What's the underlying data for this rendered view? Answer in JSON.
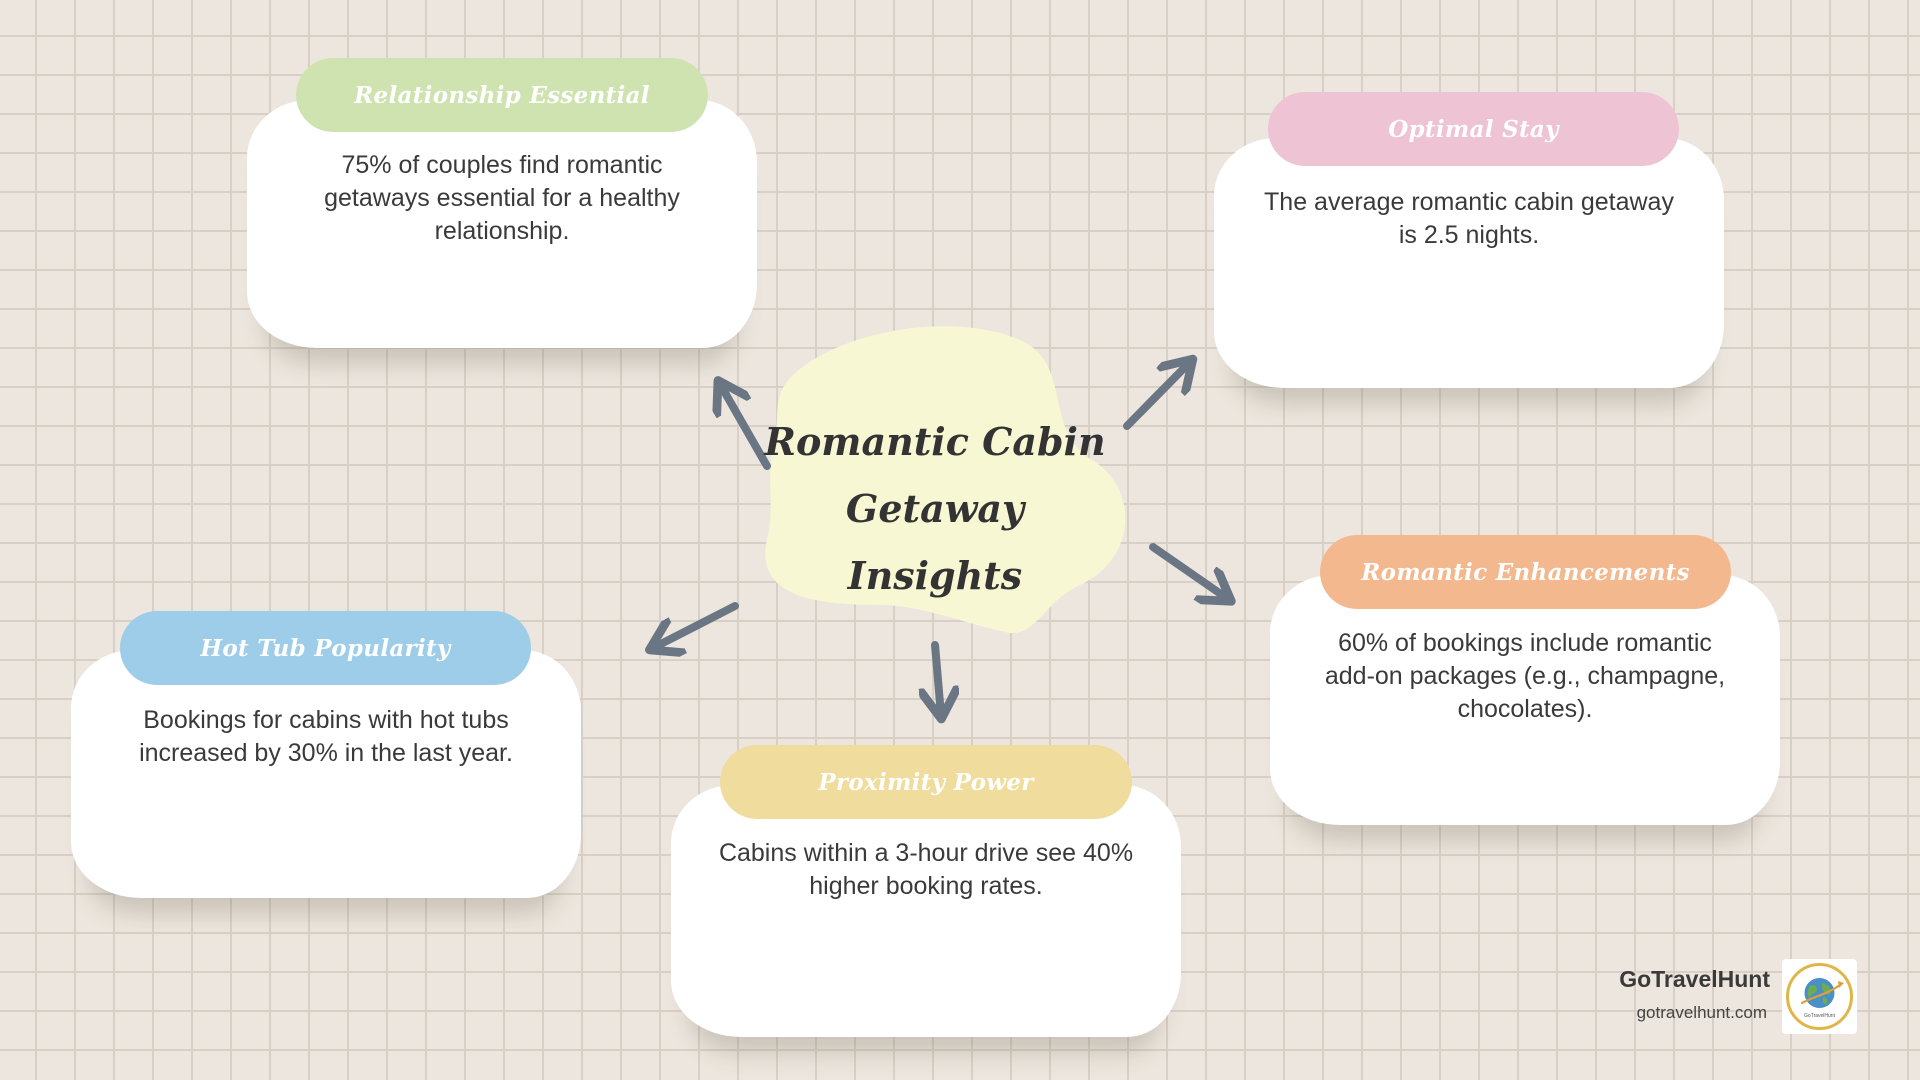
{
  "center": {
    "title_line1": "Romantic Cabin",
    "title_line2": "Getaway Insights",
    "color": "#f8f7d4"
  },
  "cards": {
    "relationship": {
      "title": "Relationship Essential",
      "text": "75% of couples find romantic getaways essential for a healthy relationship.",
      "color": "#cfe3b0"
    },
    "optimal_stay": {
      "title": "Optimal Stay",
      "text": "The average romantic cabin getaway is 2.5 nights.",
      "color": "#eec3d4"
    },
    "hot_tub": {
      "title": "Hot Tub Popularity",
      "text": "Bookings for cabins with hot tubs increased by 30% in the last year.",
      "color": "#9ecde9"
    },
    "proximity": {
      "title": "Proximity Power",
      "text": "Cabins within a 3-hour drive see 40% higher booking rates.",
      "color": "#f0dc9c"
    },
    "enhancements": {
      "title": "Romantic Enhancements",
      "text": "60% of bookings include romantic add-on packages (e.g., champagne, chocolates).",
      "color": "#f4b88e"
    }
  },
  "arrow_color": "#6b7684",
  "brand": {
    "name": "GoTravelHunt",
    "url": "gotravelhunt.com",
    "logo_text": "GoTravelHunt"
  }
}
